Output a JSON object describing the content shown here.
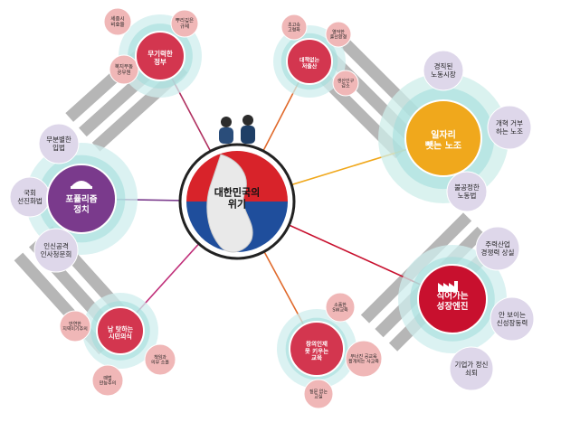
{
  "center": {
    "label_lines": [
      "대한민국의",
      "위기"
    ],
    "colors": {
      "red": "#d8232a",
      "blue": "#1f4e9c",
      "ring": "#222222"
    }
  },
  "hubs": [
    {
      "id": "government",
      "label_lines": [
        "무기력한",
        "정부"
      ],
      "color": "#d3364f",
      "line_color": "#b03060",
      "satellites": [
        {
          "label_lines": [
            "세종시",
            "비효율"
          ]
        },
        {
          "label_lines": [
            "뿌리깊은",
            "규제"
          ]
        },
        {
          "label_lines": [
            "복지부동",
            "공무원"
          ]
        }
      ]
    },
    {
      "id": "low-birth",
      "label_lines": [
        "대책없는",
        "저출산"
      ],
      "color": "#d3364f",
      "line_color": "#e06a2c",
      "satellites": [
        {
          "label_lines": [
            "초고속",
            "고령화"
          ]
        },
        {
          "label_lines": [
            "열악한",
            "출산환경"
          ]
        },
        {
          "label_lines": [
            "생산인구",
            "감소"
          ]
        }
      ]
    },
    {
      "id": "jobs",
      "label_lines": [
        "일자리",
        "뺏는 노조"
      ],
      "color": "#f0a81c",
      "line_color": "#f0a81c",
      "satellites": [
        {
          "label_lines": [
            "경직된",
            "노동시장"
          ]
        },
        {
          "label_lines": [
            "개혁 거부",
            "하는 노조"
          ]
        },
        {
          "label_lines": [
            "불공정한",
            "노동법"
          ]
        }
      ]
    },
    {
      "id": "populism",
      "label_lines": [
        "포퓰리즘",
        "정치"
      ],
      "color": "#7a3a8c",
      "line_color": "#7a3a8c",
      "satellites": [
        {
          "label_lines": [
            "무분별한",
            "입법"
          ]
        },
        {
          "label_lines": [
            "국회",
            "선진화법"
          ]
        },
        {
          "label_lines": [
            "인신공격",
            "인사청문회"
          ]
        }
      ]
    },
    {
      "id": "growth",
      "label_lines": [
        "식어가는",
        "성장엔진"
      ],
      "color": "#c8102e",
      "line_color": "#c8102e",
      "satellites": [
        {
          "label_lines": [
            "주력산업",
            "경쟁력 상실"
          ]
        },
        {
          "label_lines": [
            "안 보이는",
            "신성장동력"
          ]
        },
        {
          "label_lines": [
            "기업가 정신",
            "쇠퇴"
          ]
        }
      ]
    },
    {
      "id": "citizenship",
      "label_lines": [
        "남 탓하는",
        "시민의식"
      ],
      "color": "#d3364f",
      "line_color": "#c0307a",
      "satellites": [
        {
          "label_lines": [
            "만연한",
            "지역이기주의"
          ]
        },
        {
          "label_lines": [
            "책임과",
            "의무 소홀"
          ]
        },
        {
          "label_lines": [
            "떼법",
            "만능주의"
          ]
        }
      ]
    },
    {
      "id": "education",
      "label_lines": [
        "창의인재",
        "못 키우는",
        "교육"
      ],
      "color": "#d3364f",
      "line_color": "#e06a2c",
      "satellites": [
        {
          "label_lines": [
            "소홀한",
            "SW교육"
          ]
        },
        {
          "label_lines": [
            "무너진 공교육",
            "활개치는 사교육"
          ]
        },
        {
          "label_lines": [
            "질문 없는",
            "교실"
          ]
        }
      ]
    }
  ]
}
